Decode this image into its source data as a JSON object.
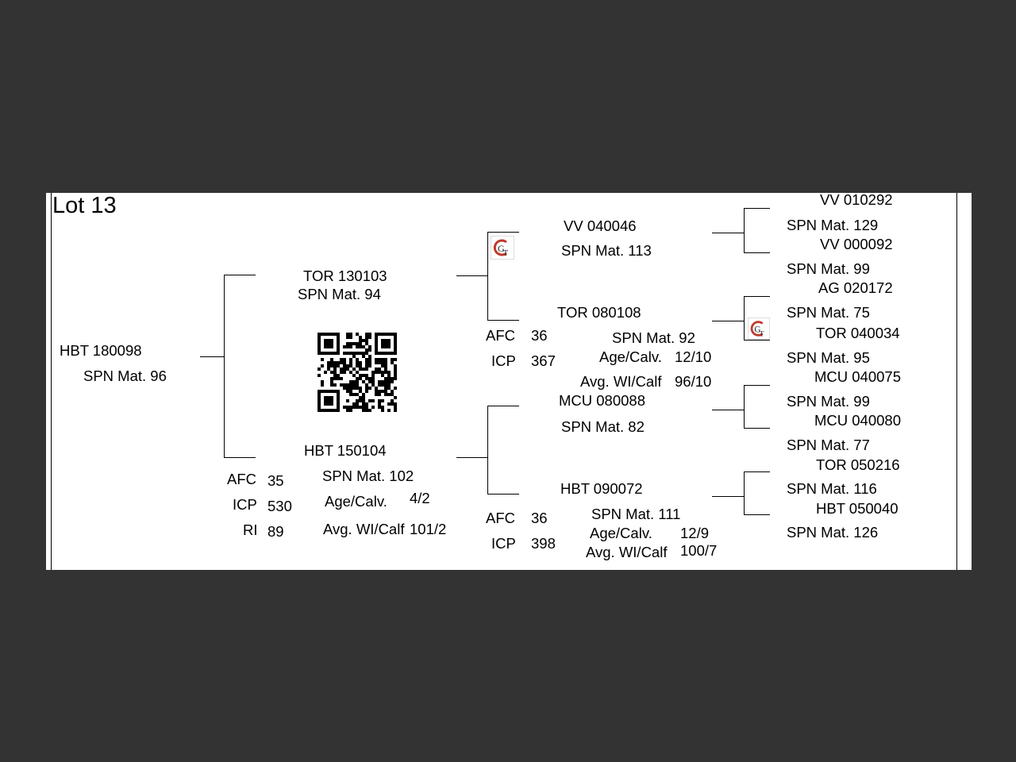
{
  "lot": "Lot 13",
  "qr_code": "qr-code",
  "logo": "gt-logo",
  "animal": {
    "id": "HBT 180098",
    "spn": "SPN Mat. 96"
  },
  "sire": {
    "id": "TOR 130103",
    "spn": "SPN Mat. 94"
  },
  "dam": {
    "id": "HBT 150104",
    "spn": "SPN Mat. 102",
    "afc_label": "AFC",
    "afc": "35",
    "icp_label": "ICP",
    "icp": "530",
    "ri_label": "RI",
    "ri": "89",
    "age_calv_label": "Age/Calv.",
    "age_calv": "4/2",
    "avg_wi_label": "Avg. WI/Calf",
    "avg_wi": "101/2"
  },
  "sire_sire": {
    "id": "VV  040046",
    "spn": "SPN Mat. 113"
  },
  "sire_dam": {
    "id": "TOR 080108",
    "spn": "SPN Mat. 92",
    "afc_label": "AFC",
    "afc": "36",
    "icp_label": "ICP",
    "icp": "367",
    "age_calv_label": "Age/Calv.",
    "age_calv": "12/10",
    "avg_wi_label": "Avg. WI/Calf",
    "avg_wi": "96/10"
  },
  "dam_sire": {
    "id": "MCU 080088",
    "spn": "SPN Mat. 82"
  },
  "dam_dam": {
    "id": "HBT 090072",
    "spn": "SPN Mat. 111",
    "afc_label": "AFC",
    "afc": "36",
    "icp_label": "ICP",
    "icp": "398",
    "age_calv_label": "Age/Calv.",
    "age_calv": "12/9",
    "avg_wi_label": "Avg. WI/Calf",
    "avg_wi": "100/7"
  },
  "great_grandparents": [
    {
      "id": "VV  010292",
      "spn": "SPN Mat. 129"
    },
    {
      "id": "VV  000092",
      "spn": "SPN Mat. 99"
    },
    {
      "id": "AG  020172",
      "spn": "SPN Mat. 75"
    },
    {
      "id": "TOR 040034",
      "spn": "SPN Mat. 95"
    },
    {
      "id": "MCU 040075",
      "spn": "SPN Mat. 99"
    },
    {
      "id": "MCU 040080",
      "spn": "SPN Mat. 77"
    },
    {
      "id": "TOR 050216",
      "spn": "SPN Mat. 116"
    },
    {
      "id": "HBT 050040",
      "spn": "SPN Mat. 126"
    }
  ]
}
